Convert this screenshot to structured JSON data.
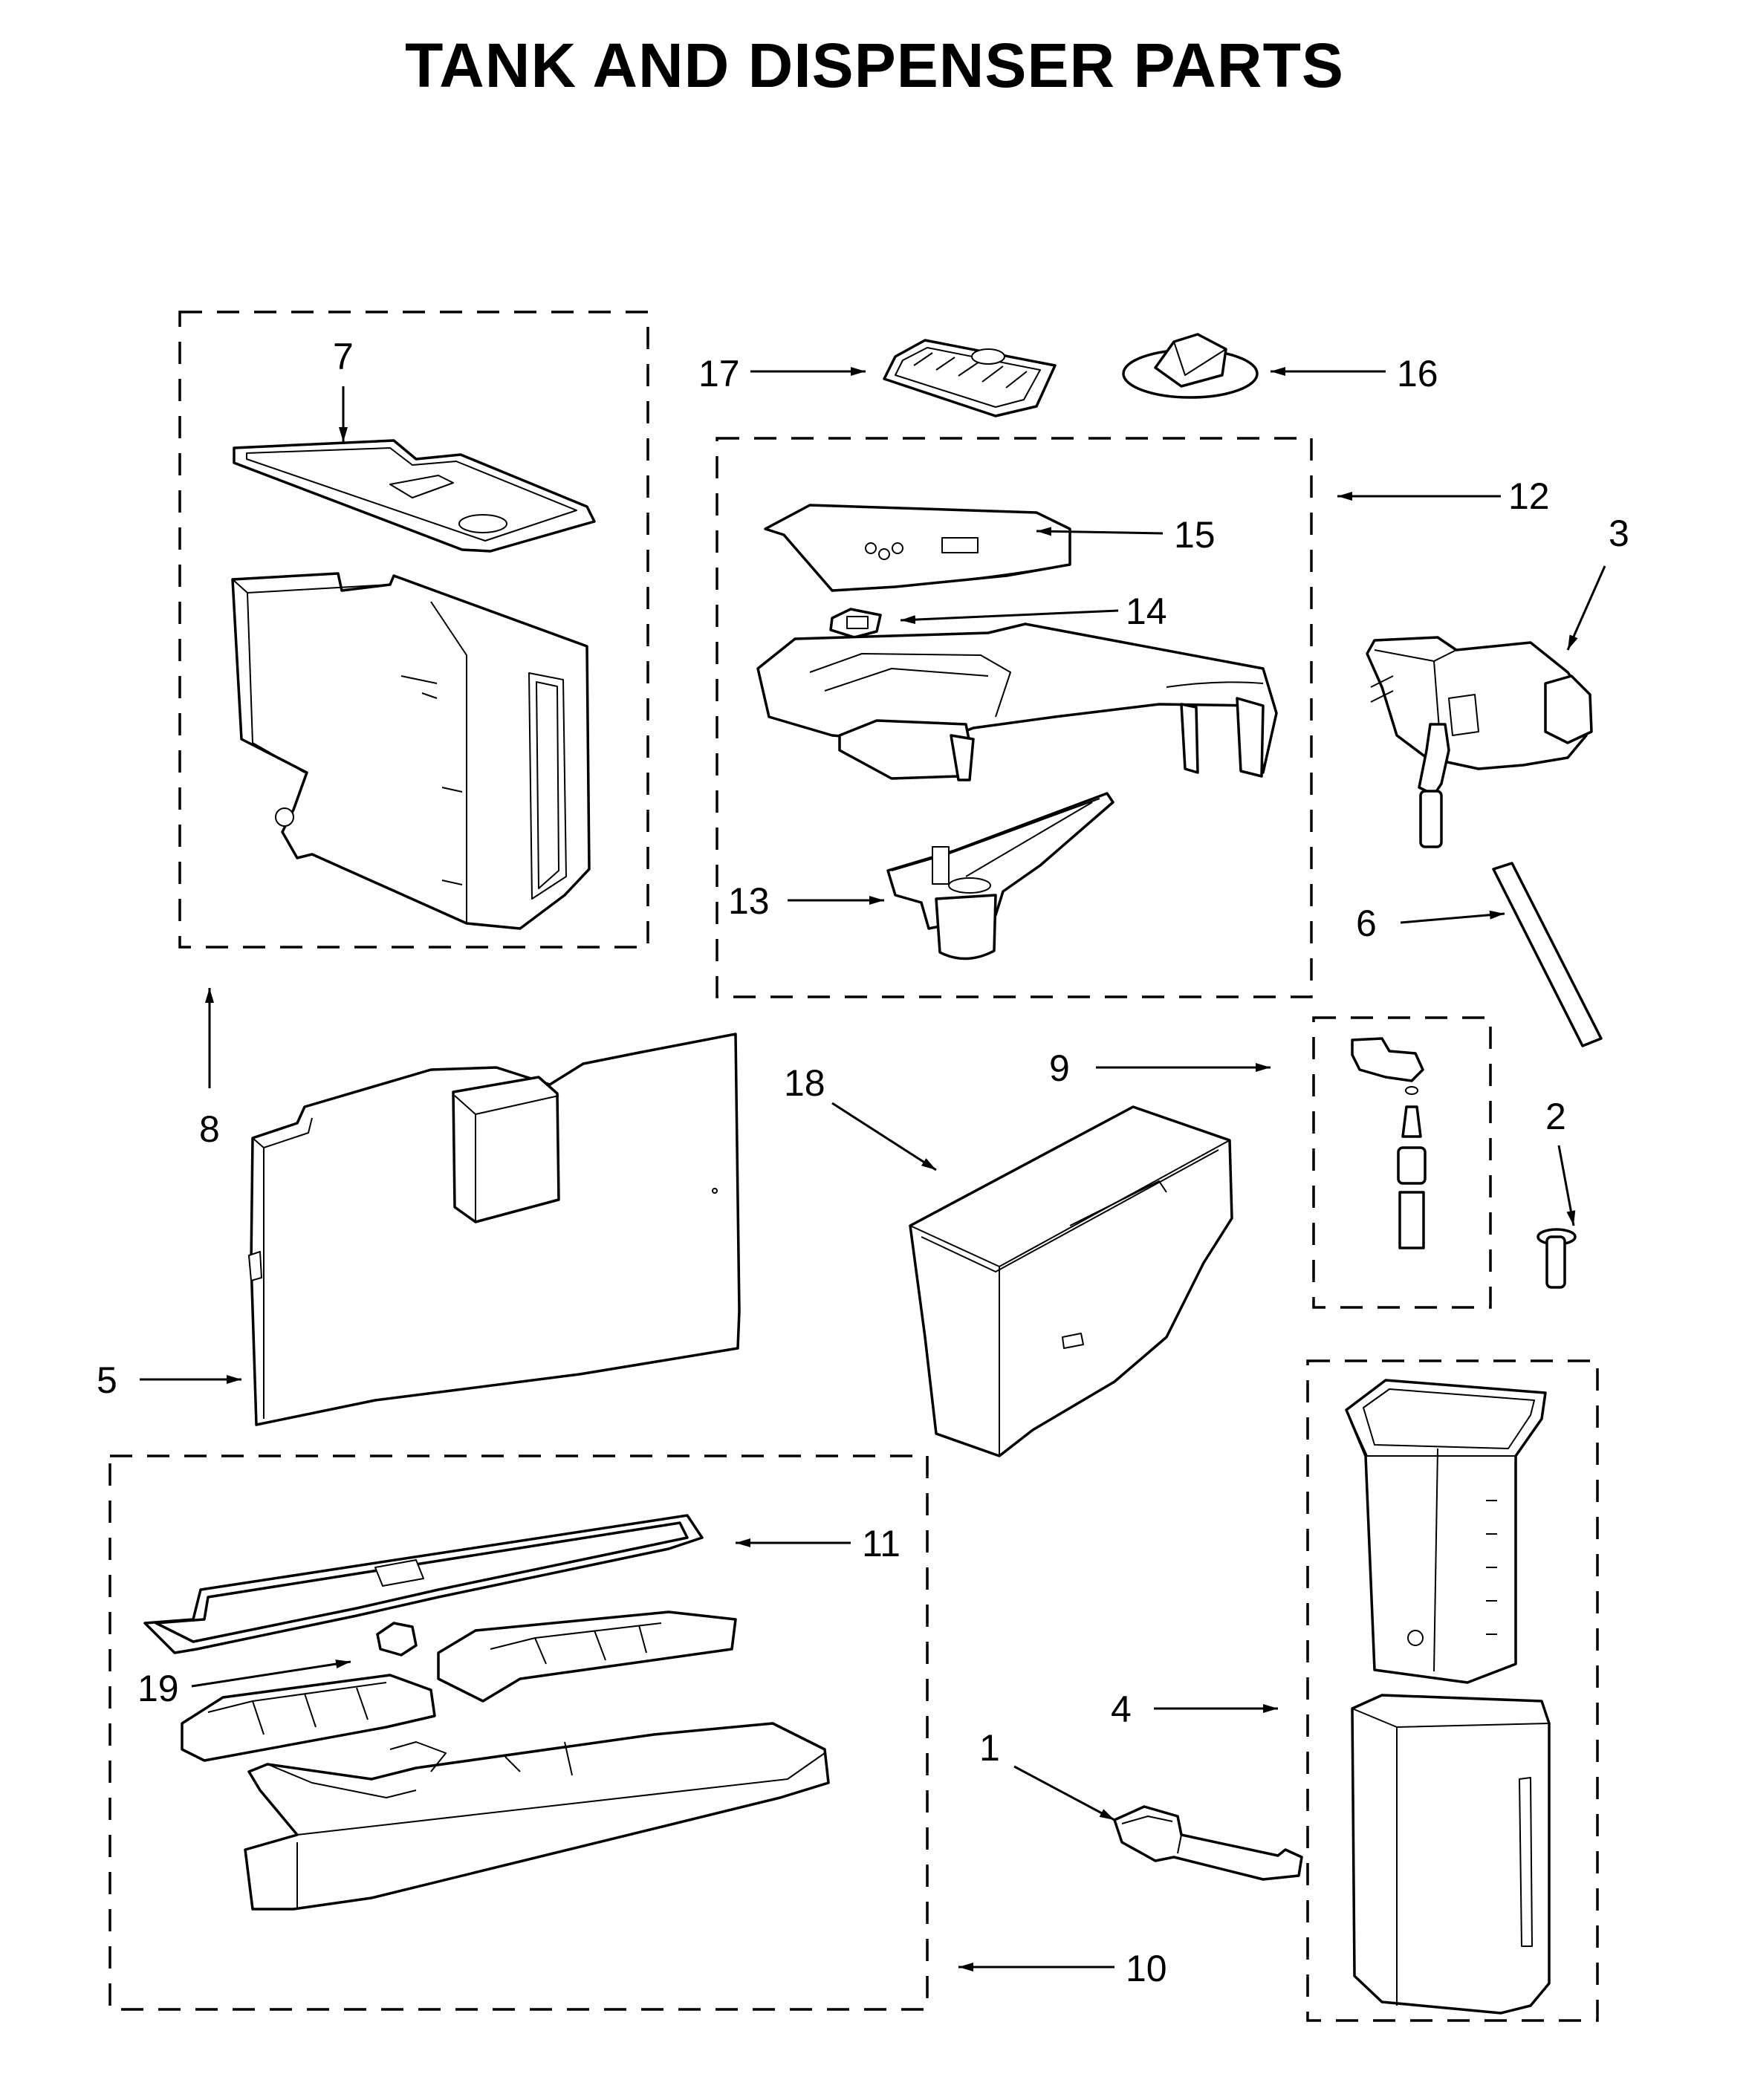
{
  "title": "TANK AND DISPENSER PARTS",
  "callouts": [
    {
      "id": "1",
      "label": "1"
    },
    {
      "id": "2",
      "label": "2"
    },
    {
      "id": "3",
      "label": "3"
    },
    {
      "id": "4",
      "label": "4"
    },
    {
      "id": "5",
      "label": "5"
    },
    {
      "id": "6",
      "label": "6"
    },
    {
      "id": "7",
      "label": "7"
    },
    {
      "id": "8",
      "label": "8"
    },
    {
      "id": "9",
      "label": "9"
    },
    {
      "id": "10",
      "label": "10"
    },
    {
      "id": "11",
      "label": "11"
    },
    {
      "id": "12",
      "label": "12"
    },
    {
      "id": "13",
      "label": "13"
    },
    {
      "id": "14",
      "label": "14"
    },
    {
      "id": "15",
      "label": "15"
    },
    {
      "id": "16",
      "label": "16"
    },
    {
      "id": "17",
      "label": "17"
    },
    {
      "id": "18",
      "label": "18"
    },
    {
      "id": "19",
      "label": "19"
    }
  ]
}
